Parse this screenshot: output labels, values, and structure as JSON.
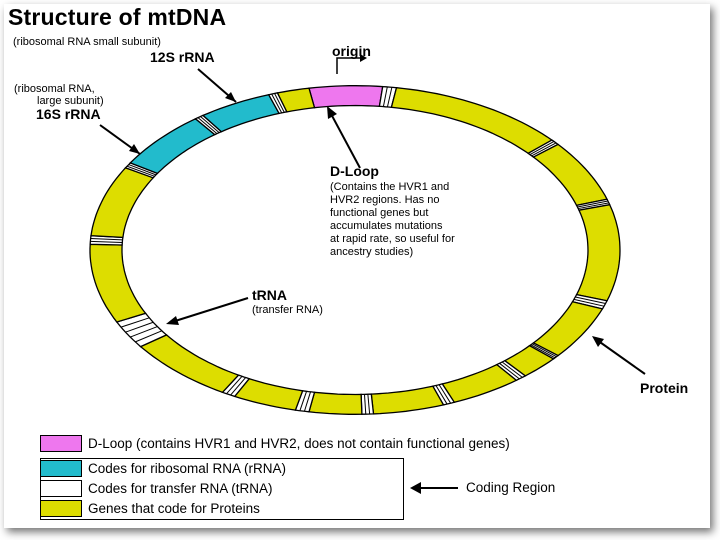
{
  "title": "Structure of mtDNA",
  "labels": {
    "rrna_small_note": "(ribosomal RNA small subunit)",
    "rrna_12s": "12S rRNA",
    "rrna_large_note_1": "(ribosomal RNA,",
    "rrna_large_note_2": "large subunit)",
    "rrna_16s": "16S rRNA",
    "origin": "origin",
    "dloop_title": "D-Loop",
    "dloop_desc": [
      "(Contains the HVR1 and",
      "HVR2 regions.  Has no",
      "functional genes but",
      "accumulates mutations",
      "at rapid rate, so useful for",
      "ancestry studies)"
    ],
    "trna_title": "tRNA",
    "trna_note": "(transfer RNA)",
    "protein": "Protein",
    "coding_region": "Coding Region"
  },
  "legend": [
    {
      "color": "#ee77ee",
      "text": "D-Loop (contains HVR1 and HVR2, does not contain functional genes)"
    },
    {
      "color": "#22bbcc",
      "text": "Codes for ribosomal RNA (rRNA)"
    },
    {
      "color": "#ffffff",
      "text": "Codes for transfer RNA (tRNA)"
    },
    {
      "color": "#dddd00",
      "text": "Genes that code for Proteins"
    }
  ],
  "colors": {
    "dloop": "#ee77ee",
    "rrna": "#22bbcc",
    "trna": "#ffffff",
    "protein": "#dddd00",
    "outline": "#000000"
  }
}
